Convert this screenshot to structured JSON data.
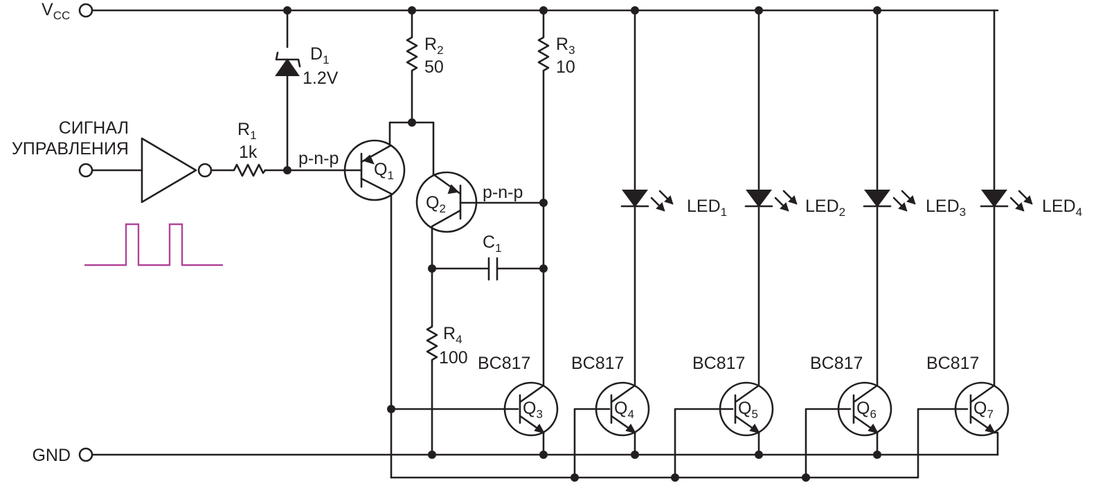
{
  "terminals": {
    "vcc": {
      "main": "V",
      "sub": "CC"
    },
    "gnd": "GND",
    "control_line1": "СИГНАЛ",
    "control_line2": "УПРАВЛЕНИЯ"
  },
  "components": {
    "d1": {
      "name": "D",
      "sub": "1",
      "value": "1.2V"
    },
    "r1": {
      "name": "R",
      "sub": "1",
      "value": "1k"
    },
    "r2": {
      "name": "R",
      "sub": "2",
      "value": "50"
    },
    "r3": {
      "name": "R",
      "sub": "3",
      "value": "10"
    },
    "r4": {
      "name": "R",
      "sub": "4",
      "value": "100"
    },
    "c1": {
      "name": "C",
      "sub": "1"
    },
    "q1": {
      "name": "Q",
      "sub": "1",
      "type": "p-n-p"
    },
    "q2": {
      "name": "Q",
      "sub": "2",
      "type": "p-n-p"
    },
    "q3": {
      "name": "Q",
      "sub": "3",
      "part": "BC817"
    },
    "q4": {
      "name": "Q",
      "sub": "4",
      "part": "BC817"
    },
    "q5": {
      "name": "Q",
      "sub": "5",
      "part": "BC817"
    },
    "q6": {
      "name": "Q",
      "sub": "6",
      "part": "BC817"
    },
    "q7": {
      "name": "Q",
      "sub": "7",
      "part": "BC817"
    },
    "led1": {
      "name": "LED",
      "sub": "1"
    },
    "led2": {
      "name": "LED",
      "sub": "2"
    },
    "led3": {
      "name": "LED",
      "sub": "3"
    },
    "led4": {
      "name": "LED",
      "sub": "4"
    }
  },
  "colors": {
    "wire": "#231f20",
    "signal": "#b0449a"
  }
}
